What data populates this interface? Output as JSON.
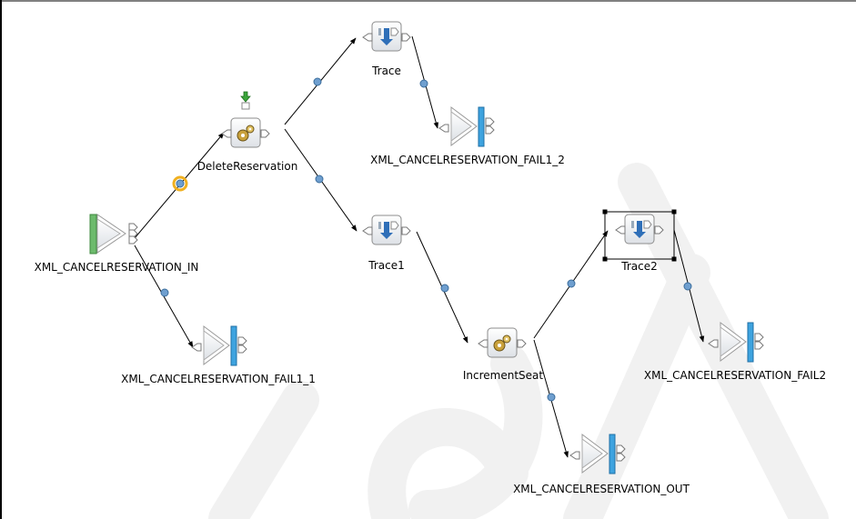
{
  "colors": {
    "connector": "#000000",
    "connector_dot": "#6f9fcf",
    "selected_dot_ring": "#f0b020",
    "input_bar": "#6dbb6d",
    "output_bar": "#3ea3df",
    "node_fill": "#eef0f2",
    "node_border": "#8c8c8c",
    "trace_arrow": "#2f6fb8",
    "watermark": "#f2f2f2",
    "border": "#000000"
  },
  "nodes": [
    {
      "id": "in",
      "kind": "input-node",
      "icon": "mq-input-icon",
      "label": "XML_CANCELRESERVATION_IN"
    },
    {
      "id": "delete",
      "kind": "compute-node",
      "icon": "gears-icon",
      "label": "DeleteReservation",
      "extra_icon": "green-down-arrow-icon"
    },
    {
      "id": "trace",
      "kind": "trace-node",
      "icon": "trace-icon",
      "label": "Trace"
    },
    {
      "id": "fail1_2",
      "kind": "output-node",
      "icon": "mq-output-icon",
      "label": "XML_CANCELRESERVATION_FAIL1_2"
    },
    {
      "id": "trace1",
      "kind": "trace-node",
      "icon": "trace-icon",
      "label": "Trace1"
    },
    {
      "id": "fail1_1",
      "kind": "output-node",
      "icon": "mq-output-icon",
      "label": "XML_CANCELRESERVATION_FAIL1_1"
    },
    {
      "id": "increment",
      "kind": "compute-node",
      "icon": "gears-icon",
      "label": "IncrementSeat"
    },
    {
      "id": "trace2",
      "kind": "trace-node",
      "icon": "trace-icon",
      "label": "Trace2",
      "selected": true
    },
    {
      "id": "fail2",
      "kind": "output-node",
      "icon": "mq-output-icon",
      "label": "XML_CANCELRESERVATION_FAIL2"
    },
    {
      "id": "out",
      "kind": "output-node",
      "icon": "mq-output-icon",
      "label": "XML_CANCELRESERVATION_OUT"
    }
  ],
  "connections": [
    {
      "from": "in",
      "to": "delete",
      "selected": true
    },
    {
      "from": "in",
      "to": "fail1_1"
    },
    {
      "from": "delete",
      "to": "trace"
    },
    {
      "from": "delete",
      "to": "trace1"
    },
    {
      "from": "trace",
      "to": "fail1_2"
    },
    {
      "from": "trace1",
      "to": "increment"
    },
    {
      "from": "increment",
      "to": "trace2"
    },
    {
      "from": "increment",
      "to": "out"
    },
    {
      "from": "trace2",
      "to": "fail2"
    }
  ]
}
